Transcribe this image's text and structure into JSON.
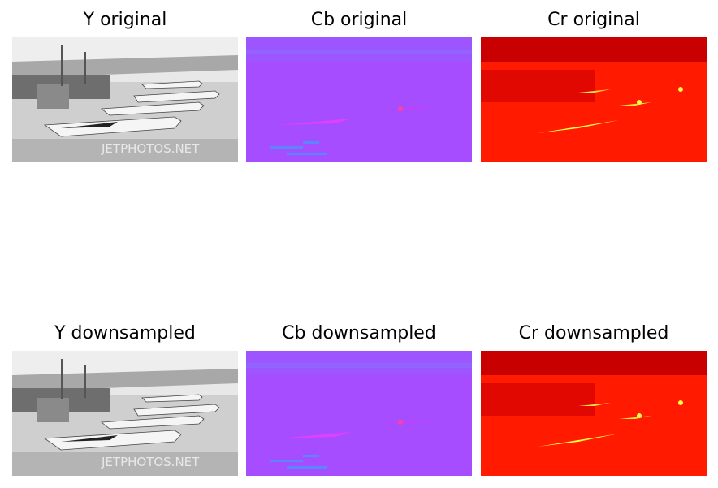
{
  "panels": [
    {
      "title": "Y original",
      "channel": "Y",
      "variant": "original"
    },
    {
      "title": "Cb original",
      "channel": "Cb",
      "variant": "original"
    },
    {
      "title": "Cr original",
      "channel": "Cr",
      "variant": "original"
    },
    {
      "title": "Y downsampled",
      "channel": "Y",
      "variant": "downsampled"
    },
    {
      "title": "Cb downsampled",
      "channel": "Cb",
      "variant": "downsampled"
    },
    {
      "title": "Cr downsampled",
      "channel": "Cr",
      "variant": "downsampled"
    }
  ],
  "watermark": "JETPHOTOS.NET",
  "colors": {
    "y_sky": "#e6e6e6",
    "y_ground": "#c8c8c8",
    "cb_base": "#a64dff",
    "cb_accent": "#3aa0ff",
    "cr_base": "#ff1a00",
    "cr_dark": "#b80000",
    "cr_highlight": "#ffff40"
  },
  "icons": [
    "airport-apron-image",
    "airplane-shape"
  ]
}
